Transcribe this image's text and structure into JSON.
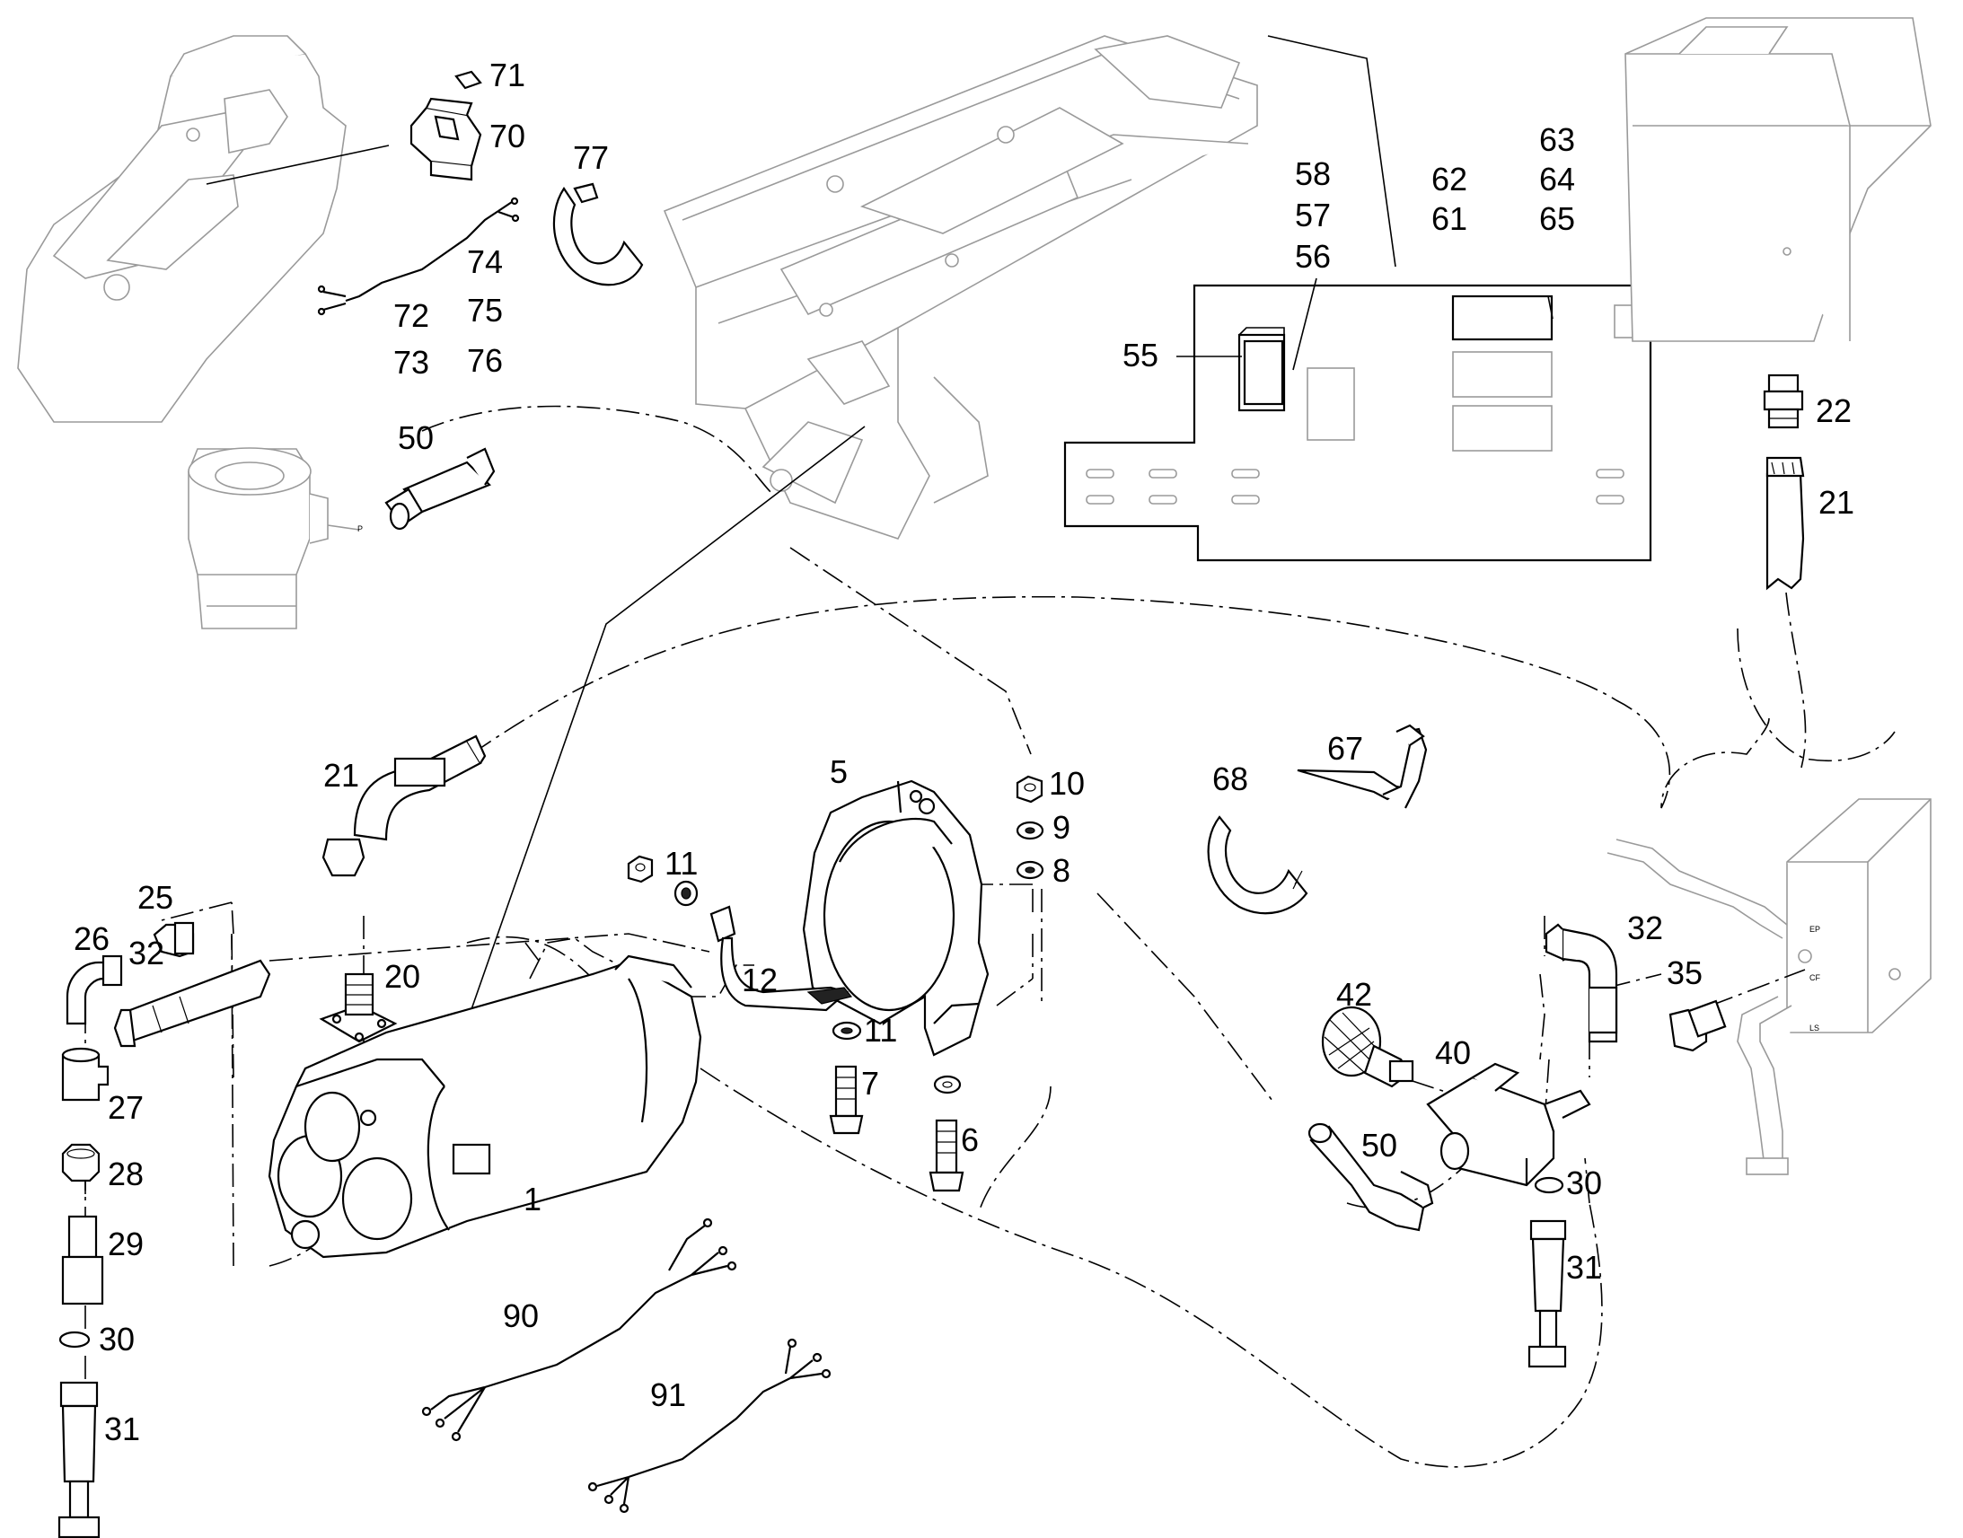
{
  "callouts": {
    "c1": "1",
    "c5": "5",
    "c6": "6",
    "c7": "7",
    "c8": "8",
    "c9": "9",
    "c10": "10",
    "c11a": "11",
    "c11b": "11",
    "c12": "12",
    "c20": "20",
    "c21a": "21",
    "c21b": "21",
    "c22": "22",
    "c25": "25",
    "c26": "26",
    "c27": "27",
    "c28": "28",
    "c29": "29",
    "c30a": "30",
    "c30b": "30",
    "c31a": "31",
    "c31b": "31",
    "c32a": "32",
    "c32b": "32",
    "c35": "35",
    "c40": "40",
    "c42": "42",
    "c50a": "50",
    "c50b": "50",
    "c55": "55",
    "c56": "56",
    "c57": "57",
    "c58": "58",
    "c61": "61",
    "c62": "62",
    "c63": "63",
    "c64": "64",
    "c65": "65",
    "c67": "67",
    "c68": "68",
    "c70": "70",
    "c71": "71",
    "c72": "72",
    "c73": "73",
    "c74": "74",
    "c75": "75",
    "c76": "76",
    "c77": "77",
    "c90": "90",
    "c91": "91"
  },
  "port_labels": {
    "pump_p": "P",
    "valve_ep": "EP",
    "valve_cf": "CF",
    "valve_ls": "LS"
  }
}
